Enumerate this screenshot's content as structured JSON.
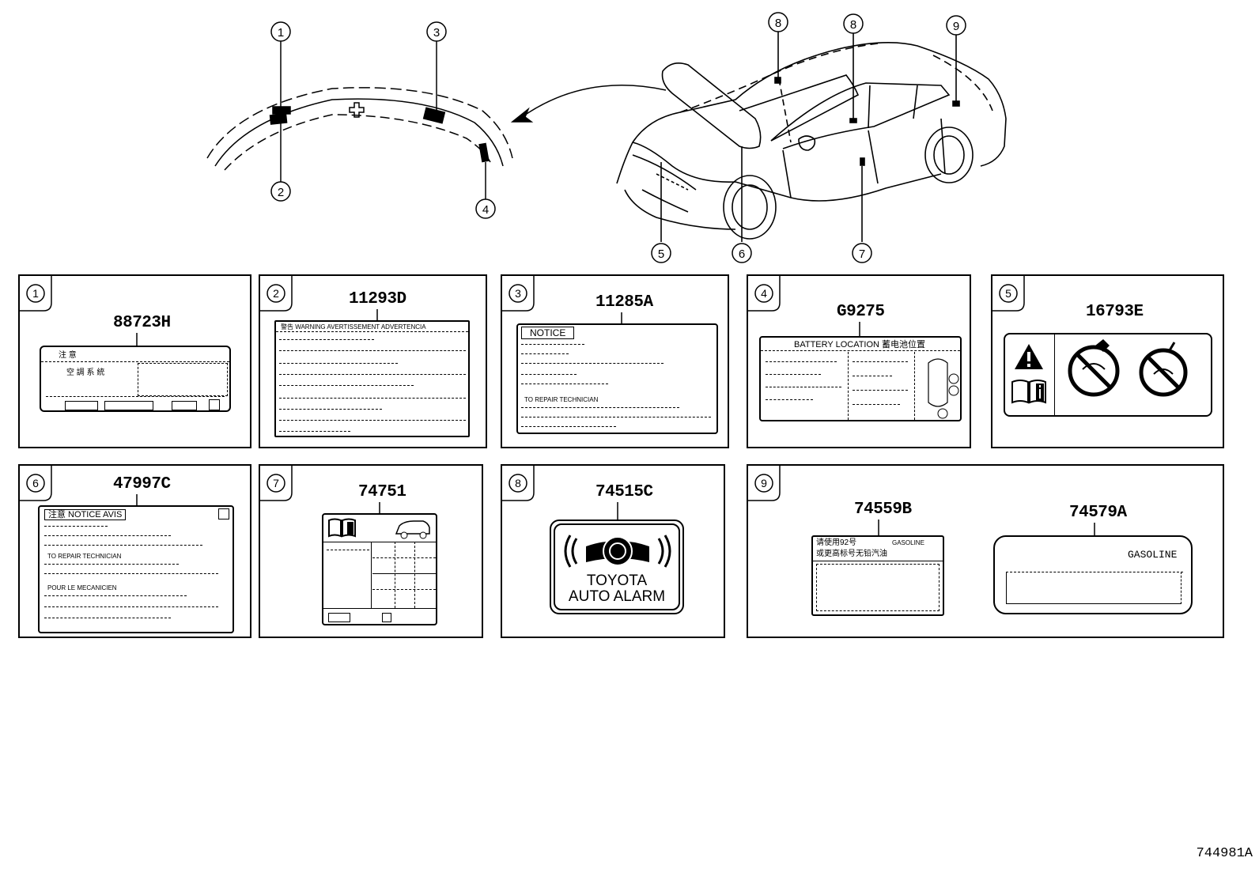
{
  "callouts": [
    "1",
    "2",
    "3",
    "4",
    "5",
    "6",
    "7",
    "8",
    "8",
    "9"
  ],
  "panels": [
    {
      "num": "1",
      "part": "88723H",
      "texts": [
        "注 意",
        "空 調 系 統"
      ]
    },
    {
      "num": "2",
      "part": "11293D",
      "texts": [
        "警告 WARNING AVERTISSEMENT ADVERTENCIA"
      ]
    },
    {
      "num": "3",
      "part": "11285A",
      "texts": [
        "NOTICE",
        "TO REPAIR TECHNICIAN"
      ]
    },
    {
      "num": "4",
      "part": "G9275",
      "texts": [
        "BATTERY LOCATION 蓄电池位置"
      ]
    },
    {
      "num": "5",
      "part": "16793E",
      "texts": []
    },
    {
      "num": "6",
      "part": "47997C",
      "texts": [
        "注意 NOTICE AVIS",
        "TO REPAIR TECHNICIAN",
        "POUR LE MECANICIEN"
      ]
    },
    {
      "num": "7",
      "part": "74751",
      "texts": []
    },
    {
      "num": "8",
      "part": "74515C",
      "texts": [
        "TOYOTA",
        "AUTO ALARM"
      ]
    },
    {
      "num": "9",
      "parts": [
        "74559B",
        "74579A"
      ],
      "texts": [
        "请使用92号",
        "GASOLINE",
        "或更高标号无铅汽油",
        "GASOLINE"
      ]
    }
  ],
  "footer_code": "744981A"
}
